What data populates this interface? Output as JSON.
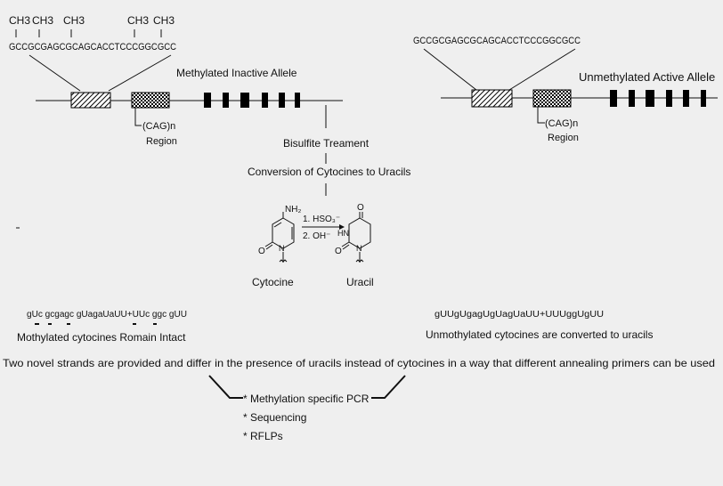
{
  "methylated": {
    "ch3_labels": [
      "CH3",
      "CH3",
      "CH3",
      "CH3",
      "CH3"
    ],
    "sequence": "GCCGCGAGCGCAGCACCTCCCGGCGCC",
    "title": "Methylated Inactive Allele",
    "cag_label": "(CAG)n",
    "region_label": "Region"
  },
  "unmethylated": {
    "sequence": "GCCGCGAGCGCAGCACCTCCCGGCGCC",
    "title": "Unmethylated Active Allele",
    "cag_label": "(CAG)n",
    "region_label": "Region"
  },
  "process": {
    "step1": "Bisulfite Treament",
    "step2": "Conversion of Cytocines to Uracils"
  },
  "reaction": {
    "reagent1": "1. HSO₃⁻",
    "reagent2": "2. OH⁻",
    "cytosine_nh2": "NH₂",
    "cytosine_n": "N",
    "cytosine_o": "O",
    "uracil_o_top": "O",
    "uracil_hn": "HN",
    "uracil_n": "N",
    "uracil_o": "O",
    "cytosine_label": "Cytocine",
    "uracil_label": "Uracil"
  },
  "results": {
    "left_sequence": "gUc gcgagc gUagaUaUU+UUc ggc gUU",
    "left_caption": "Mothylated cytocines Romain Intact",
    "right_sequence": "gUUgUgagUgUagUaUU+UUUggUgUU",
    "right_caption": "Unmothylated cytocines are converted to uracils",
    "summary": "Two novel strands are provided and differ in the presence of uracils instead of cytocines in a way that different annealing primers can be used"
  },
  "applications": [
    "* Methylation specific PCR",
    "* Sequencing",
    "* RFLPs"
  ]
}
